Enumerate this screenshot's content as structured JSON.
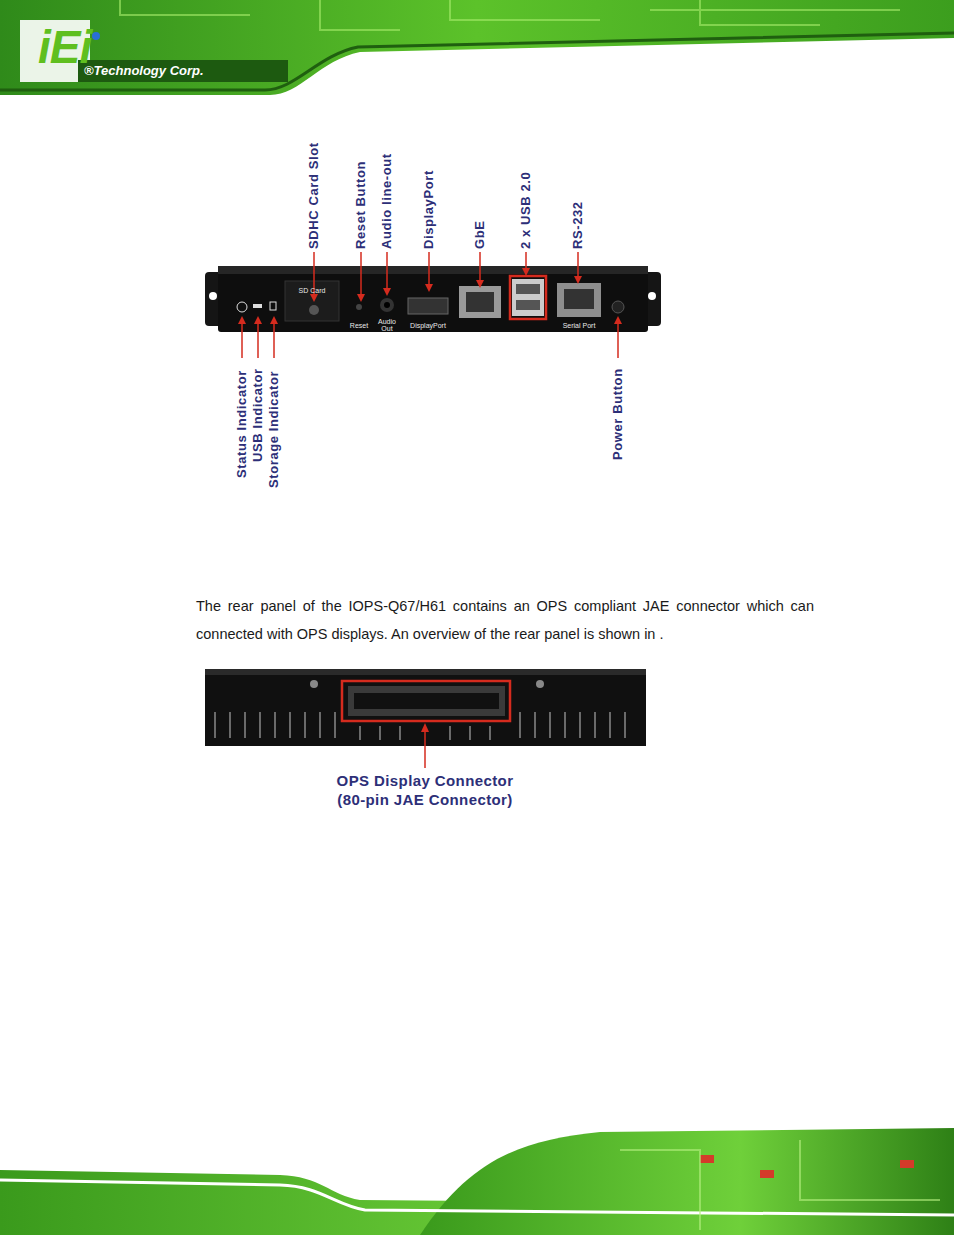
{
  "diagram": {
    "labels": [
      "iEi",
      "®Technology Corp.",
      "SDHC Card Slot",
      "Reset Button",
      "Audio line-out",
      "DisplayPort",
      "GbE",
      "2 x USB 2.0",
      "RS-232",
      "SD Card",
      "Reset",
      "Audio Out",
      "DisplayPort",
      "Serial Port",
      "Status Indicator",
      "USB Indicator",
      "Storage Indicator",
      "Power Button",
      "The rear panel of the IOPS-Q67/H61 contains an OPS compliant JAE connector which can connected with OPS displays. An overview of the rear panel is shown in .",
      "OPS Display Connector",
      "(80-pin JAE Connector)"
    ]
  }
}
